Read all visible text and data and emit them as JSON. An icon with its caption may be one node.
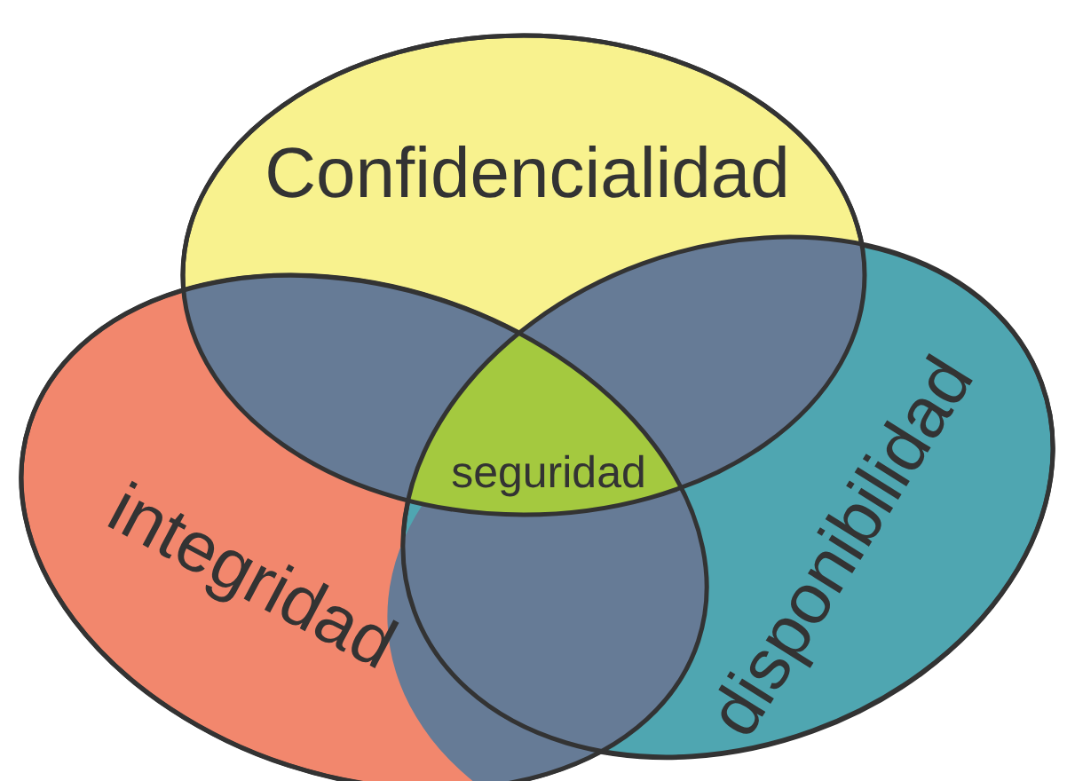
{
  "diagram": {
    "nodes": [
      {
        "text": [
          "Confidencialidad"
        ]
      },
      {
        "text": [
          "integridad"
        ]
      },
      {
        "text": [
          "disponibilidad"
        ]
      },
      {
        "text": [
          "seguridad"
        ]
      }
    ]
  }
}
